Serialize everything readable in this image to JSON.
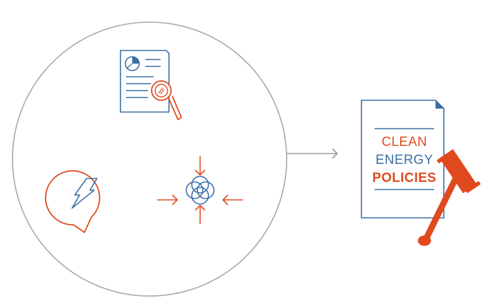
{
  "policy_document": {
    "line1": "CLEAN",
    "line2": "ENERGY",
    "line3": "POLICIES"
  },
  "colors": {
    "blue": "#3a6fa6",
    "orange": "#e0491e",
    "gray": "#9a9a92"
  },
  "icons": [
    "report-analysis-icon",
    "energy-chat-icon",
    "convergence-icon",
    "right-arrow-icon",
    "policy-document-icon",
    "gavel-icon"
  ]
}
